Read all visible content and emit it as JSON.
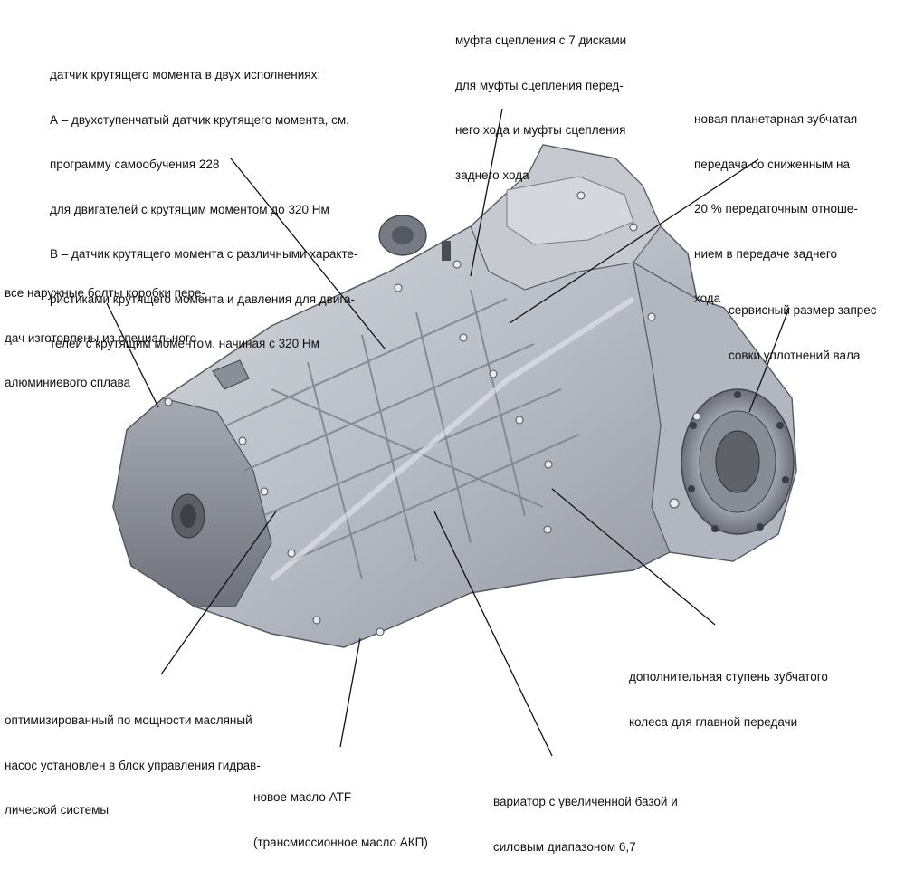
{
  "labels": {
    "torque_sensor": {
      "lines": [
        "датчик крутящего момента в двух исполнениях:",
        "А – двухступенчатый датчик крутящего момента, см.",
        "программу самообучения 228",
        "для двигателей с крутящим моментом до 320 Нм",
        "В – датчик крутящего момента с различными характе-",
        "ристиками крутящего момента и давления для двига-",
        "телей с крутящим моментом, начиная с 320 Нм"
      ]
    },
    "clutch": {
      "lines": [
        "муфта сцепления с 7 дисками",
        "для муфты сцепления перед-",
        "него хода и муфты сцепления",
        "заднего хода"
      ]
    },
    "planetary": {
      "lines": [
        "новая планетарная зубчатая",
        "передача со сниженным на",
        "20 % передаточным отноше-",
        "нием в передаче заднего",
        "хода"
      ]
    },
    "bolts": {
      "lines": [
        "все наружные болты коробки пере-",
        "дач изготовлены из специального",
        "алюминиевого сплава"
      ]
    },
    "seal": {
      "lines": [
        "сервисный размер запрес-",
        "совки уплотнений вала"
      ]
    },
    "gear_stage": {
      "lines": [
        "дополнительная ступень зубчатого",
        "колеса для главной передачи"
      ]
    },
    "oil_pump": {
      "lines": [
        "оптимизированный по мощности масляный",
        "насос установлен в блок управления гидрав-",
        "лической системы"
      ]
    },
    "atf": {
      "lines": [
        "новое масло ATF",
        "(трансмиссионное масло АКП)"
      ]
    },
    "variator": {
      "lines": [
        "вариатор с увеличенной базой и",
        "силовым диапазоном 6,7"
      ]
    }
  }
}
